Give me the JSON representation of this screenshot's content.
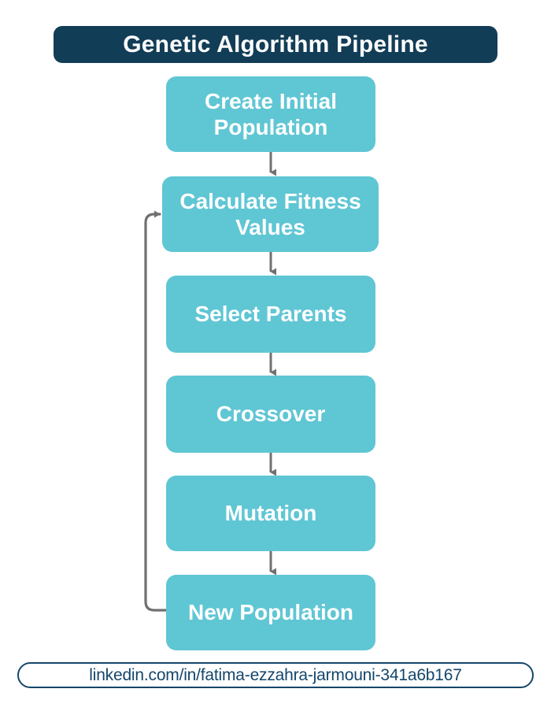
{
  "header": {
    "title": "Genetic Algorithm Pipeline"
  },
  "diagram": {
    "type": "flowchart",
    "orientation": "vertical",
    "node_fill_color": "#5FC6D4",
    "node_text_color": "#FFFFFF",
    "arrow_color": "#6E7072",
    "banner_color": "#123D57",
    "background_color": "#FFFFFF",
    "nodes": [
      {
        "id": "create-initial-population",
        "label": "Create Initial Population",
        "line1": "Create Initial",
        "line2": "Population"
      },
      {
        "id": "calculate-fitness-values",
        "label": "Calculate Fitness Values",
        "line1": "Calculate",
        "line2": "Fitness Values"
      },
      {
        "id": "select-parents",
        "label": "Select Parents",
        "line1": "Select Parents",
        "line2": ""
      },
      {
        "id": "crossover",
        "label": "Crossover",
        "line1": "Crossover",
        "line2": ""
      },
      {
        "id": "mutation",
        "label": "Mutation",
        "line1": "Mutation",
        "line2": ""
      },
      {
        "id": "new-population",
        "label": "New Population",
        "line1": "New",
        "line2": "Population"
      }
    ],
    "edges": [
      {
        "from": "create-initial-population",
        "to": "calculate-fitness-values",
        "kind": "forward"
      },
      {
        "from": "calculate-fitness-values",
        "to": "select-parents",
        "kind": "forward"
      },
      {
        "from": "select-parents",
        "to": "crossover",
        "kind": "forward"
      },
      {
        "from": "crossover",
        "to": "mutation",
        "kind": "forward"
      },
      {
        "from": "mutation",
        "to": "new-population",
        "kind": "forward"
      },
      {
        "from": "new-population",
        "to": "calculate-fitness-values",
        "kind": "feedback-loop"
      }
    ]
  },
  "footer": {
    "url": "linkedin.com/in/fatima-ezzahra-jarmouni-341a6b167",
    "border_color": "#14466B",
    "text_color": "#14466B"
  }
}
